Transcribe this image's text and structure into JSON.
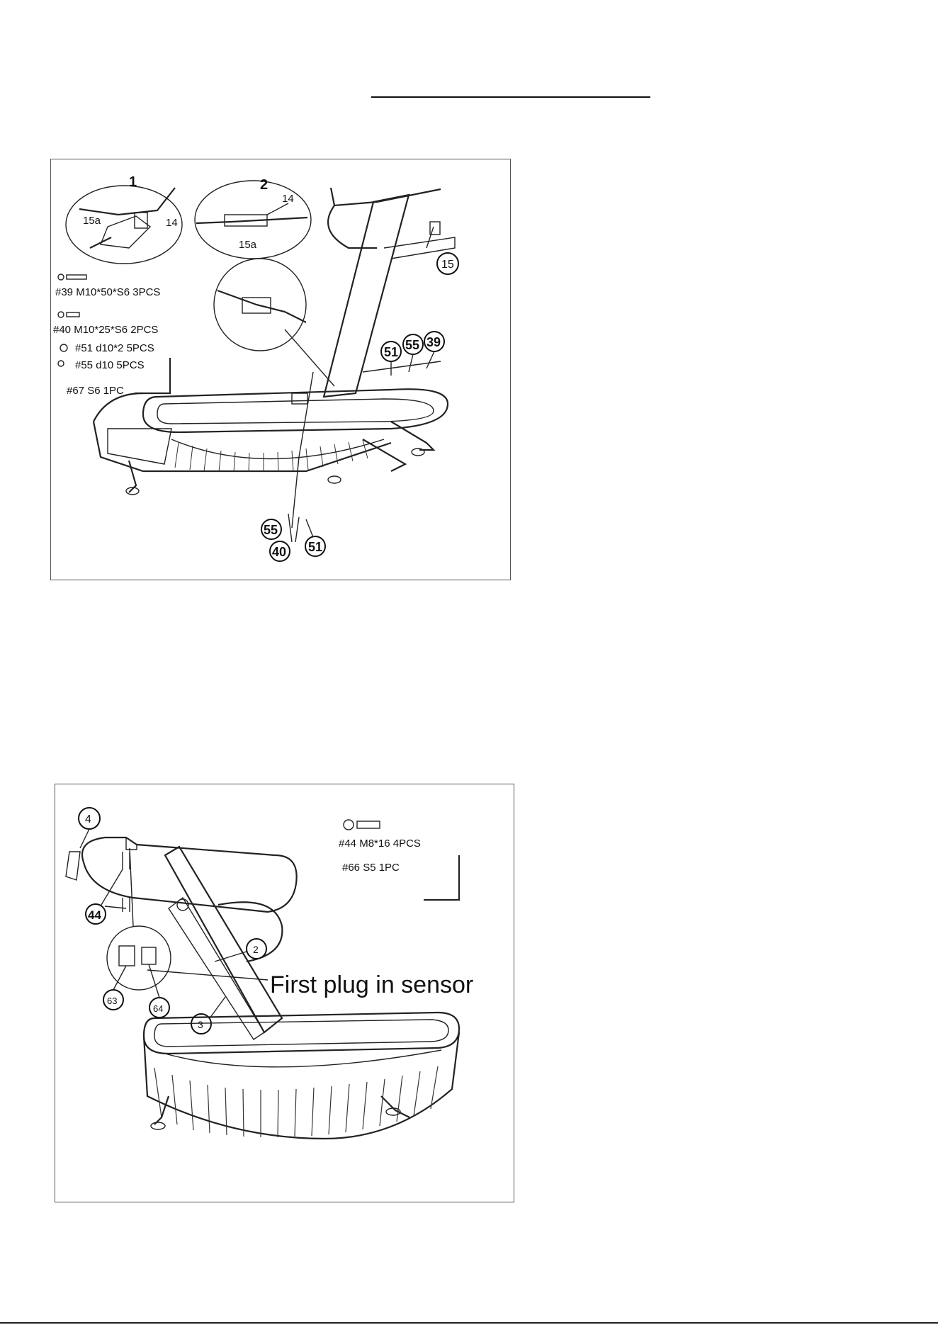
{
  "figure1": {
    "detail1": {
      "number": "1",
      "label_a": "15a",
      "label_b": "14"
    },
    "detail2": {
      "number": "2",
      "label_a": "14",
      "label_b": "15a"
    },
    "parts": [
      {
        "label": "#39 M10*50*S6 3PCS"
      },
      {
        "label": "#40 M10*25*S6 2PCS"
      },
      {
        "label": "#51 d10*2 5PCS"
      },
      {
        "label": "#55 d10 5PCS"
      },
      {
        "label": "#67 S6 1PC"
      }
    ],
    "callouts": [
      "15",
      "51",
      "55",
      "39",
      "55",
      "40",
      "51"
    ]
  },
  "figure2": {
    "parts": [
      {
        "label": "#44 M8*16 4PCS"
      },
      {
        "label": "#66 S5 1PC"
      }
    ],
    "callouts": [
      "4",
      "44",
      "63",
      "64",
      "2",
      "3"
    ],
    "sensor_note": "First plug in sensor"
  }
}
